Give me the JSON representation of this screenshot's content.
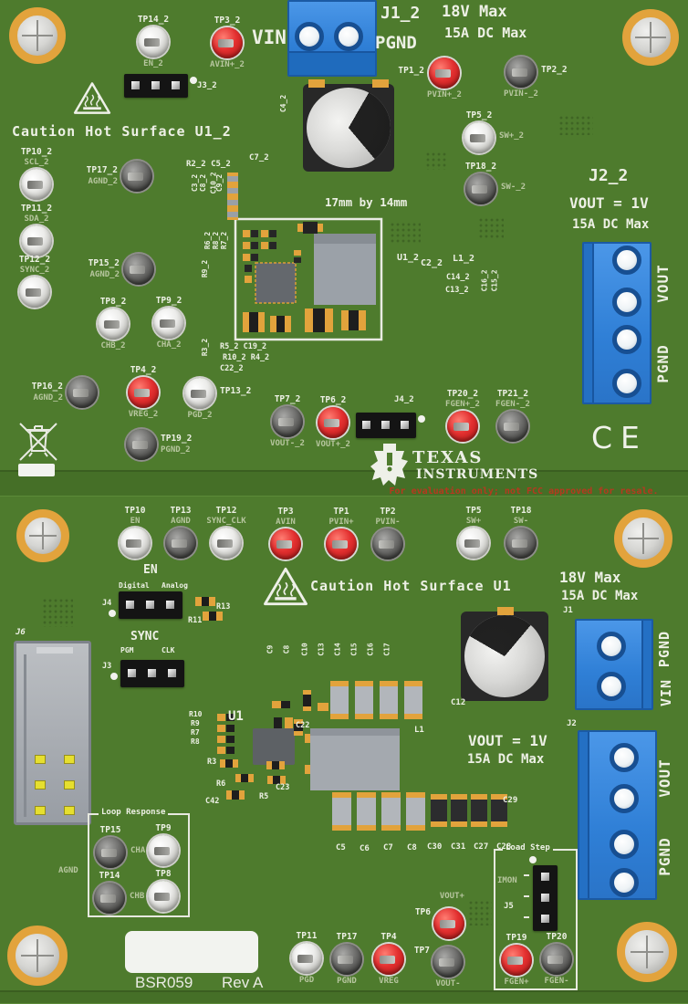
{
  "colors": {
    "board": "#4e7b2d",
    "seam": "#456f27",
    "terminal_blue": "#2f7fd6",
    "tp_red": "#e33030",
    "gold_ring": "#e2a33c",
    "silkscreen": "#edf0e5",
    "signal_text": "#b7c69f",
    "disclaimer_red": "#b5391f"
  },
  "brand": {
    "name_line1": "Texas",
    "name_line2": "Instruments",
    "name_upper1": "TEXAS",
    "name_upper2": "INSTRUMENTS",
    "disclaimer": "For evaluation only; not FCC approved for resale.",
    "ce_mark": "CE",
    "board_id": "BSR059",
    "board_rev": "Rev A"
  },
  "top_board": {
    "caution_text": "Caution Hot Surface U1_2",
    "module_note": "17mm by 14mm",
    "j1": {
      "ref": "J1_2",
      "rating1": "18V Max",
      "rating2": "15A DC Max",
      "left_label": "VIN",
      "right_label": "PGND"
    },
    "j2": {
      "ref": "J2_2",
      "line1": "VOUT = 1V",
      "line2": "15A DC Max",
      "upper_label": "VOUT",
      "lower_label": "PGND"
    },
    "j3_ref": "J3_2",
    "j4_ref": "J4_2",
    "test_points": [
      {
        "id": "TP14_2",
        "signal": "EN_2"
      },
      {
        "id": "TP3_2",
        "signal": "AVIN+_2"
      },
      {
        "id": "TP1_2",
        "signal": "PVIN+_2"
      },
      {
        "id": "TP2_2",
        "signal": "PVIN-_2"
      },
      {
        "id": "TP5_2",
        "signal": "SW+_2"
      },
      {
        "id": "TP18_2",
        "signal": "SW-_2"
      },
      {
        "id": "TP10_2",
        "signal": "SCL_2"
      },
      {
        "id": "TP11_2",
        "signal": "SDA_2"
      },
      {
        "id": "TP12_2",
        "signal": "SYNC_2"
      },
      {
        "id": "TP17_2",
        "signal": "AGND_2"
      },
      {
        "id": "TP15_2",
        "signal": "AGND_2"
      },
      {
        "id": "TP8_2",
        "signal": "CHB_2"
      },
      {
        "id": "TP9_2",
        "signal": "CHA_2"
      },
      {
        "id": "TP16_2",
        "signal": "AGND_2"
      },
      {
        "id": "TP4_2",
        "signal": "VREG_2"
      },
      {
        "id": "TP13_2",
        "signal": "PGD_2"
      },
      {
        "id": "TP19_2",
        "signal": "PGND_2"
      },
      {
        "id": "TP7_2",
        "signal": "VOUT-_2"
      },
      {
        "id": "TP6_2",
        "signal": "VOUT+_2"
      },
      {
        "id": "TP20_2",
        "signal": "FGEN+_2"
      },
      {
        "id": "TP21_2",
        "signal": "FGEN-_2"
      }
    ],
    "refs": [
      "C4_2",
      "C7_2",
      "R2_2 C5_2",
      "C3_2",
      "C8_2",
      "C10_2",
      "C9_2",
      "R6_2",
      "R8_2",
      "R7_2",
      "R9_2",
      "U1_2",
      "C2_2",
      "L1_2",
      "C14_2",
      "C13_2",
      "C16_2",
      "C15_2",
      "R5_2 C19_2",
      "R10_2 R4_2",
      "C22_2",
      "R3_2"
    ]
  },
  "bottom_board": {
    "caution_text": "Caution Hot Surface U1",
    "en_block": {
      "title": "EN",
      "left": "Digital",
      "right": "Analog",
      "jref": "J4"
    },
    "sync_block": {
      "title": "SYNC",
      "left": "PGM",
      "right": "CLK",
      "jref": "J3"
    },
    "j6_ref": "J6",
    "j1": {
      "ref": "J1",
      "rating1": "18V Max",
      "rating2": "15A DC Max",
      "upper_label": "PGND",
      "lower_label": "VIN"
    },
    "j2": {
      "ref": "J2",
      "line1": "VOUT = 1V",
      "line2": "15A DC Max",
      "upper_label": "VOUT",
      "lower_label": "PGND"
    },
    "load_step": {
      "title": "Load Step",
      "imon": "IMON",
      "jref": "J5"
    },
    "loop_response": {
      "title": "Loop Response",
      "agnd": "AGND"
    },
    "test_points": [
      {
        "id": "TP10",
        "signal": "EN"
      },
      {
        "id": "TP13",
        "signal": "AGND"
      },
      {
        "id": "TP12",
        "signal": "SYNC_CLK"
      },
      {
        "id": "TP3",
        "signal": "AVIN"
      },
      {
        "id": "TP1",
        "signal": "PVIN+"
      },
      {
        "id": "TP2",
        "signal": "PVIN-"
      },
      {
        "id": "TP5",
        "signal": "SW+"
      },
      {
        "id": "TP18",
        "signal": "SW-"
      },
      {
        "id": "TP15",
        "signal": "CHA"
      },
      {
        "id": "TP9",
        "signal": ""
      },
      {
        "id": "TP14",
        "signal": "CHB"
      },
      {
        "id": "TP8",
        "signal": ""
      },
      {
        "id": "TP11",
        "signal": "PGD"
      },
      {
        "id": "TP17",
        "signal": "PGND"
      },
      {
        "id": "TP4",
        "signal": "VREG"
      },
      {
        "id": "TP6",
        "signal": "VOUT+"
      },
      {
        "id": "TP7",
        "signal": "VOUT-"
      },
      {
        "id": "TP19",
        "signal": "FGEN+"
      },
      {
        "id": "TP20",
        "signal": "FGEN-"
      }
    ],
    "refs": [
      "C12",
      "C29",
      "C22",
      "L1",
      "R3",
      "R6",
      "C42",
      "R5",
      "C23",
      "R13",
      "R11",
      "R10",
      "R9",
      "R7",
      "R8",
      "U1",
      "C9",
      "C8",
      "C10",
      "C13",
      "C14",
      "C15",
      "C16",
      "C17",
      "C5",
      "C6",
      "C7",
      "C8",
      "C30",
      "C31",
      "C27",
      "C28"
    ]
  }
}
